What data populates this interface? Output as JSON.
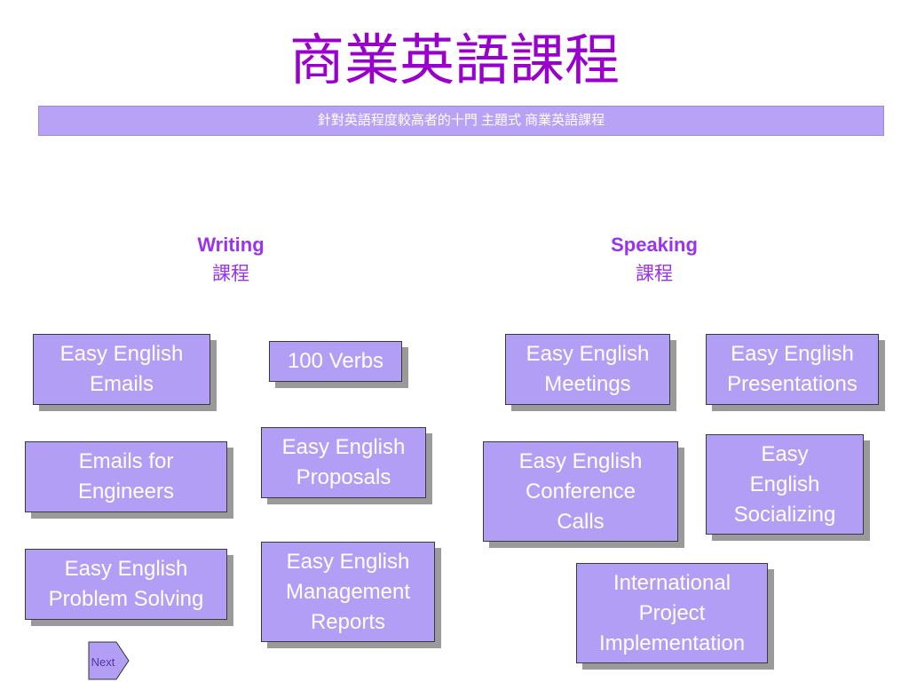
{
  "title": "商業英語課程",
  "subtitle": "針對英語程度較高者的十門 主題式 商業英語課程",
  "writing": {
    "label": "Writing",
    "sublabel": "課程",
    "courses": [
      "Easy English\nEmails",
      "100 Verbs",
      "Emails for\nEngineers",
      "Easy English\nProposals",
      "Easy English\nProblem Solving",
      "Easy English\nManagement\nReports"
    ]
  },
  "speaking": {
    "label": "Speaking",
    "sublabel": "課程",
    "courses": [
      "Easy English\nMeetings",
      "Easy English\nPresentations",
      "Easy English\nConference\nCalls",
      "Easy\nEnglish\nSocializing",
      "International\nProject\nImplementation"
    ]
  },
  "nav": {
    "next_label": "Next"
  },
  "colors": {
    "title": "#9900cc",
    "heading": "#9933ee",
    "box_fill": "#b39ef5",
    "bar_fill": "#b8a2f5"
  }
}
